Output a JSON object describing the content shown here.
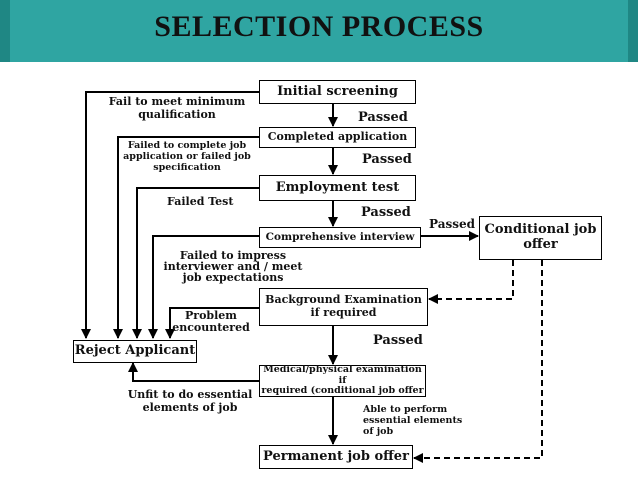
{
  "title": "SELECTION PROCESS",
  "boxes": {
    "initial_screening": "Initial screening",
    "completed_application": "Completed application",
    "employment_test": "Employment test",
    "comprehensive_interview": "Comprehensive interview",
    "background_examination_line1": "Background Examination",
    "background_examination_line2": "if required",
    "medical_line1": "Medical/physical examination if",
    "medical_line2": "required (conditional job offer",
    "permanent_job_offer": "Permanent job offer",
    "conditional_offer_line1": "Conditional job",
    "conditional_offer_line2": "offer",
    "reject_applicant": "Reject Applicant"
  },
  "labels": {
    "passed": "Passed",
    "fail_min_line1": "Fail to meet minimum",
    "fail_min_line2": "qualification",
    "fail_complete_line1": "Failed to complete job",
    "fail_complete_line2": "application or failed job",
    "fail_complete_line3": "specification",
    "failed_test": "Failed Test",
    "fail_impress_line1": "Failed to impress",
    "fail_impress_line2": "interviewer and / meet",
    "fail_impress_line3": "job expectations",
    "problem_line1": "Problem",
    "problem_line2": "encountered",
    "unfit_line1": "Unfit to do essential",
    "unfit_line2": "elements of job",
    "able_line1": "Able to perform",
    "able_line2": "essential elements",
    "able_line3": "of job"
  },
  "colors": {
    "title_bar": "#2fa5a2",
    "title_bar_edge": "#1f8784"
  }
}
